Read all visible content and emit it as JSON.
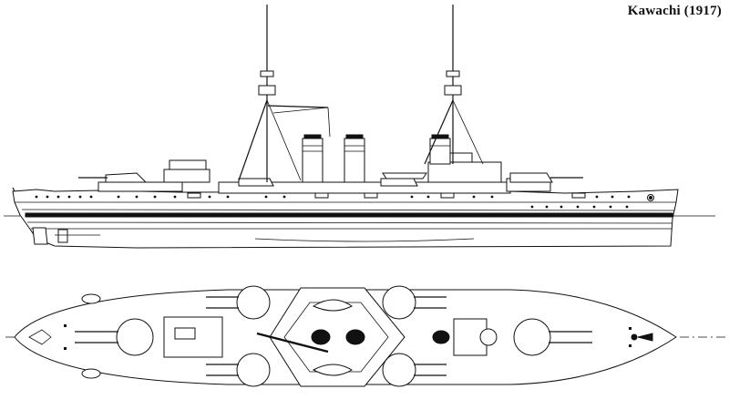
{
  "drawing": {
    "title": "Kawachi (1917)",
    "subject": "battleship",
    "views": [
      "side-profile",
      "plan-view"
    ],
    "colors": {
      "ink": "#111111",
      "paper": "#ffffff"
    }
  }
}
